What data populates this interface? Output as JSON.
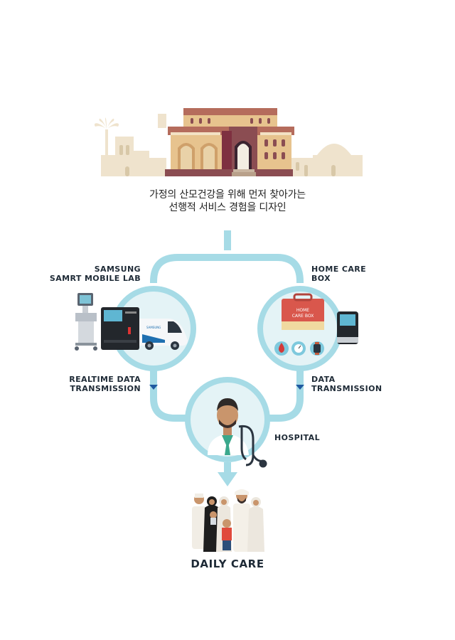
{
  "heading": {
    "line1": "가정의 산모건강을 위해 먼저 찾아가는",
    "line2": "선행적 서비스 경험을 디자인"
  },
  "labels": {
    "mobile_lab": [
      "SAMSUNG",
      "SAMRT MOBILE LAB"
    ],
    "home_care_box": [
      "HOME CARE",
      "BOX"
    ],
    "realtime": [
      "REALTIME DATA",
      "TRANSMISSION"
    ],
    "data_transmission": [
      "DATA",
      "TRANSMISSION"
    ],
    "hospital": "HOSPITAL",
    "daily_care": "DAILY CARE"
  },
  "box_text": [
    "HOME",
    "CARE BOX"
  ],
  "van_brand": "SAMSUNG",
  "colors": {
    "flow": "#a6dbe6",
    "circle_fill": "#e4f3f6",
    "arrow_marker": "#1f5aa0",
    "palace_main": "#e7c38e",
    "palace_roof": "#8b4d52",
    "palace_dark": "#7e3040",
    "background_buildings": "#efe3cd",
    "care_box": "#d9574c",
    "text_dark": "#1e2a36"
  }
}
